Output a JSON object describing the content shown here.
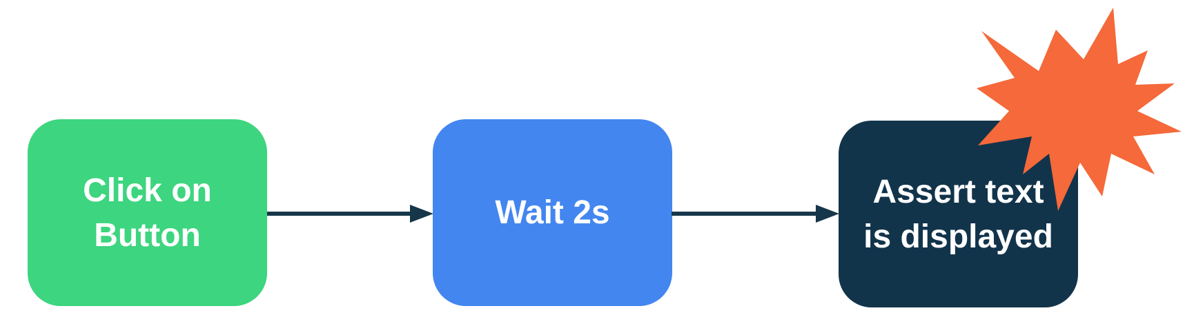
{
  "diagram": {
    "kind": "test-automation-flow",
    "steps": [
      {
        "id": "step-1",
        "label": "Click on\nButton"
      },
      {
        "id": "step-2",
        "label": "Wait 2s"
      },
      {
        "id": "step-3",
        "label": "Assert text\nis displayed"
      }
    ],
    "connectors": [
      {
        "from": "step-1",
        "to": "step-2"
      },
      {
        "from": "step-2",
        "to": "step-3"
      }
    ]
  },
  "colors": {
    "step1-bg": "#3DD57F",
    "step2-bg": "#4386F0",
    "step3-bg": "#12344B",
    "arrow": "#16374A",
    "burst": "#F5693A",
    "label-text": "#FFFFFF",
    "page-bg": "#FFFFFF"
  }
}
